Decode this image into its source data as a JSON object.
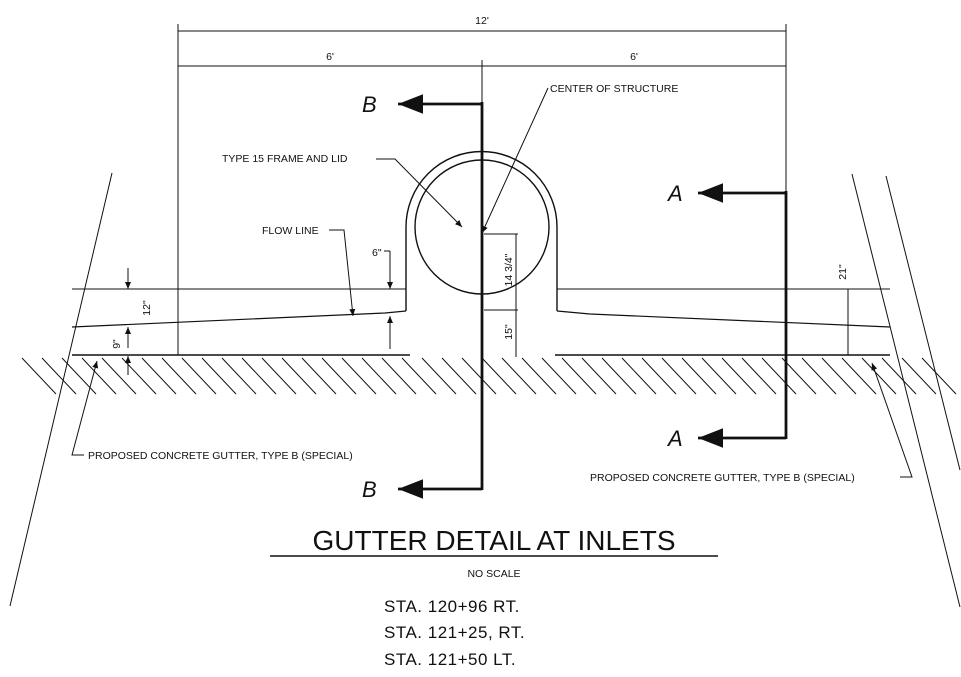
{
  "dimensions": {
    "overall": "12'",
    "left_half": "6'",
    "right_half": "6'",
    "curb_offset": "6\"",
    "gutter_depth": "12\"",
    "gutter_slab": "9\"",
    "frame_height": "14 3/4\"",
    "frame_base": "15\"",
    "right_depth": "21\""
  },
  "labels": {
    "center_of_structure": "CENTER OF STRUCTURE",
    "frame_and_lid": "TYPE 15 FRAME AND LID",
    "flow_line": "FLOW LINE",
    "gutter_left": "PROPOSED CONCRETE GUTTER, TYPE B (SPECIAL)",
    "gutter_right": "PROPOSED CONCRETE GUTTER, TYPE B (SPECIAL)"
  },
  "section_marks": {
    "b_top": "B",
    "b_bottom": "B",
    "a_top": "A",
    "a_bottom": "A"
  },
  "title": "GUTTER DETAIL AT INLETS",
  "subtitle": "NO SCALE",
  "stations": [
    "STA. 120+96 RT.",
    "STA. 121+25, RT.",
    "STA. 121+50 LT."
  ]
}
